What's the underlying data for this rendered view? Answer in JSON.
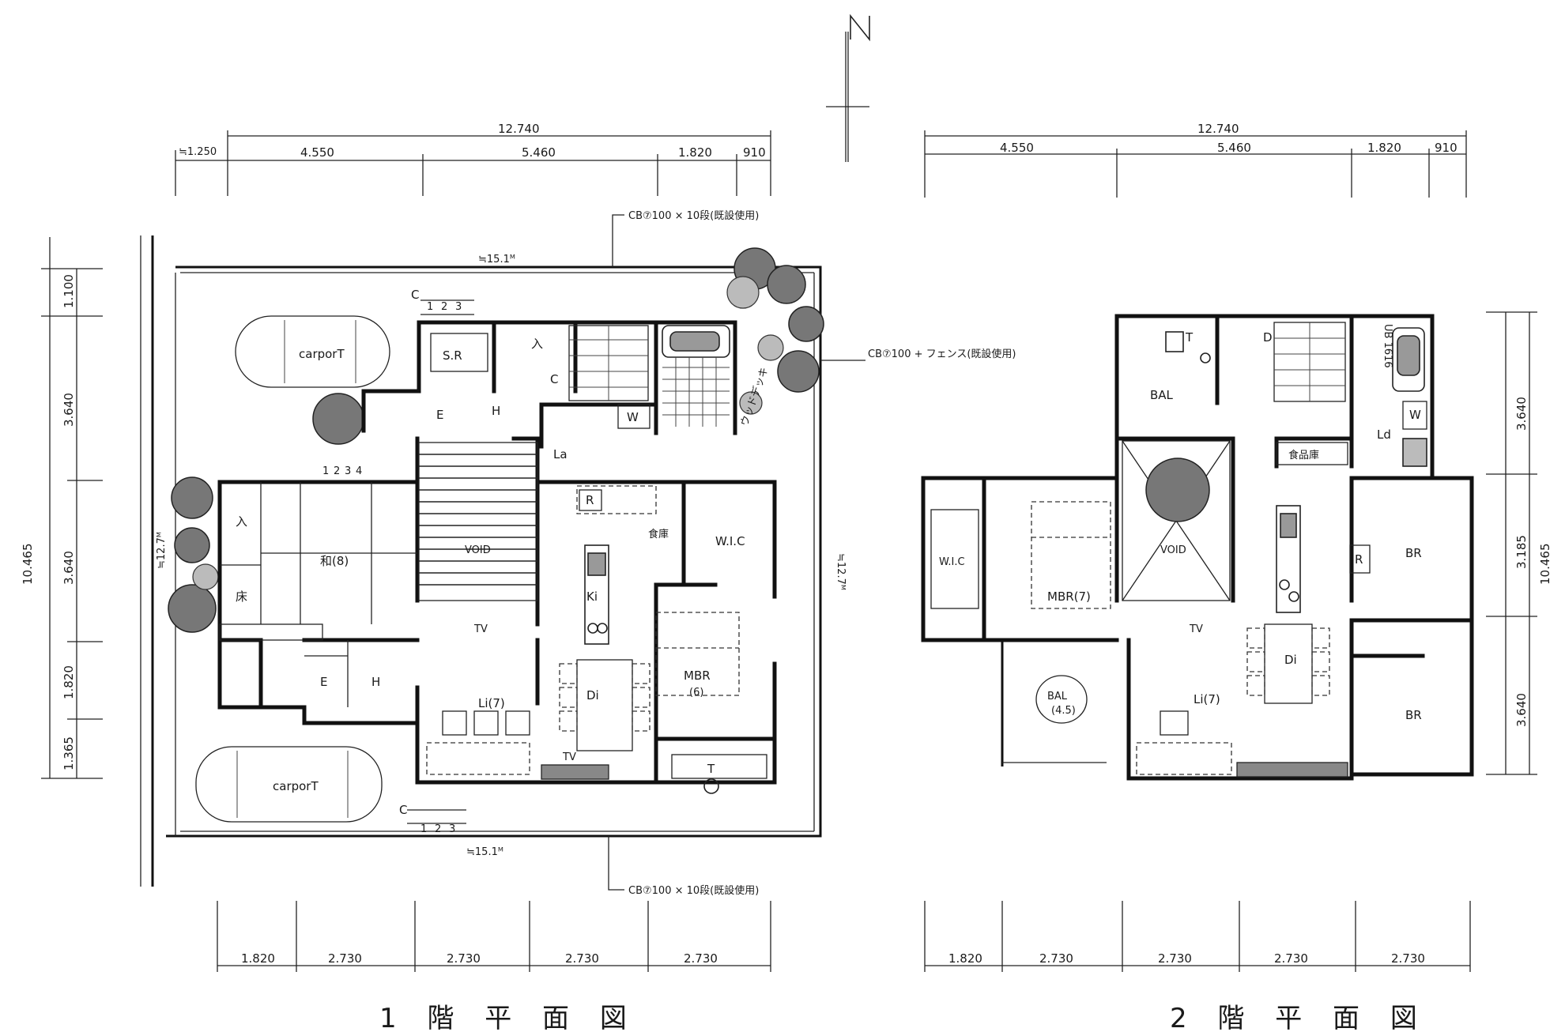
{
  "north": "N",
  "floor1": {
    "title": "1 階 平 面 図",
    "dims_top_total": "12.740",
    "dims_top_setback": "≒1.250",
    "dims_top": [
      "4.550",
      "5.460",
      "1.820",
      "910"
    ],
    "dims_left_total": "10.465",
    "dims_left": [
      "1.100",
      "3.640",
      "3.640",
      "1.820",
      "1.365"
    ],
    "dims_bottom": [
      "1.820",
      "2.730",
      "2.730",
      "2.730",
      "2.730"
    ],
    "fence_top": "≒15.1ᴹ",
    "fence_bottom": "≒15.1ᴹ",
    "fence_left": "≒12.7ᴹ",
    "fence_right": "≒12.7ᴹ",
    "note_top": "CB⑦100 × 10段(既設使用)",
    "note_right": "CB⑦100 + フェンス(既設使用)",
    "note_bottom": "CB⑦100 × 10段(既設使用)",
    "note_wood": "ウッドデッキ",
    "rooms": {
      "carport_top": "carporT",
      "carport_bottom": "carporT",
      "sr": "S.R",
      "e_top": "E",
      "h_top": "H",
      "w_top": "W",
      "la": "La",
      "r": "R",
      "shoko": "食庫",
      "wic": "W.I.C",
      "washitsu": "和(8)",
      "oshi_in": "入",
      "toko": "床",
      "ki": "Ki",
      "di": "Di",
      "mbr": "MBR",
      "mbr_size": "(6)",
      "li": "Li(7)",
      "tv1": "TV",
      "tv2": "TV",
      "void": "VOID",
      "e_bottom": "E",
      "h_bottom": "H",
      "t": "T",
      "stair_in": "入",
      "stair_c": "C",
      "c_top": "C",
      "c_bottom": "C",
      "steps": [
        "1",
        "2",
        "3"
      ],
      "steps_mid": [
        "1",
        "2",
        "3",
        "4"
      ]
    }
  },
  "floor2": {
    "title": "2 階 平 面 図",
    "dims_top_total": "12.740",
    "dims_top": [
      "4.550",
      "5.460",
      "1.820",
      "910"
    ],
    "dims_right_total": "10.465",
    "dims_right": [
      "3.640",
      "3.185",
      "3.640"
    ],
    "dims_bottom": [
      "1.820",
      "2.730",
      "2.730",
      "2.730",
      "2.730"
    ],
    "rooms": {
      "t": "T",
      "d": "D",
      "ub": "UB 1616",
      "bal_top": "BAL",
      "shokuhinko": "食品庫",
      "ld": "Ld",
      "w": "W",
      "wic": "W.I.C",
      "mbr": "MBR(7)",
      "void": "VOID",
      "tv": "TV",
      "di": "Di",
      "r": "R",
      "br1": "BR",
      "br2": "BR",
      "li": "Li(7)",
      "bal_bottom": "BAL",
      "bal_bottom_size": "(4.5)"
    }
  }
}
